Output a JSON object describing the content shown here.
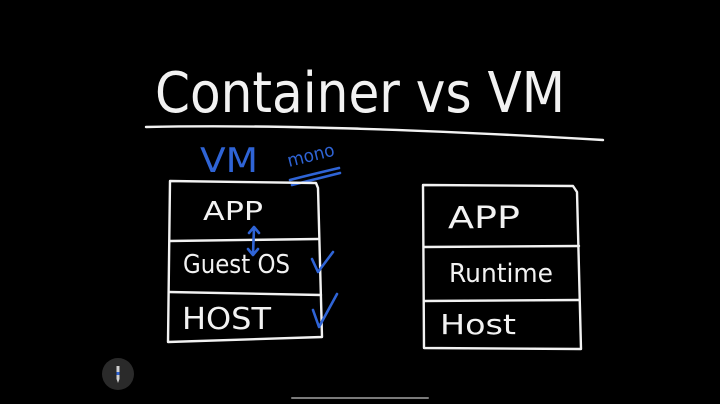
{
  "title": "Container vs VM",
  "vm": {
    "heading": "VM",
    "annotation": "mono",
    "layers": [
      "APP",
      "Guest OS",
      "HOST"
    ]
  },
  "container": {
    "layers": [
      "APP",
      "Runtime",
      "Host"
    ]
  },
  "colors": {
    "background": "#000000",
    "ink": "#f2f2f2",
    "annotation_ink": "#2f64d6"
  },
  "icons": {
    "tool": "pen-tool-icon",
    "checkmarks": "check-icon"
  }
}
